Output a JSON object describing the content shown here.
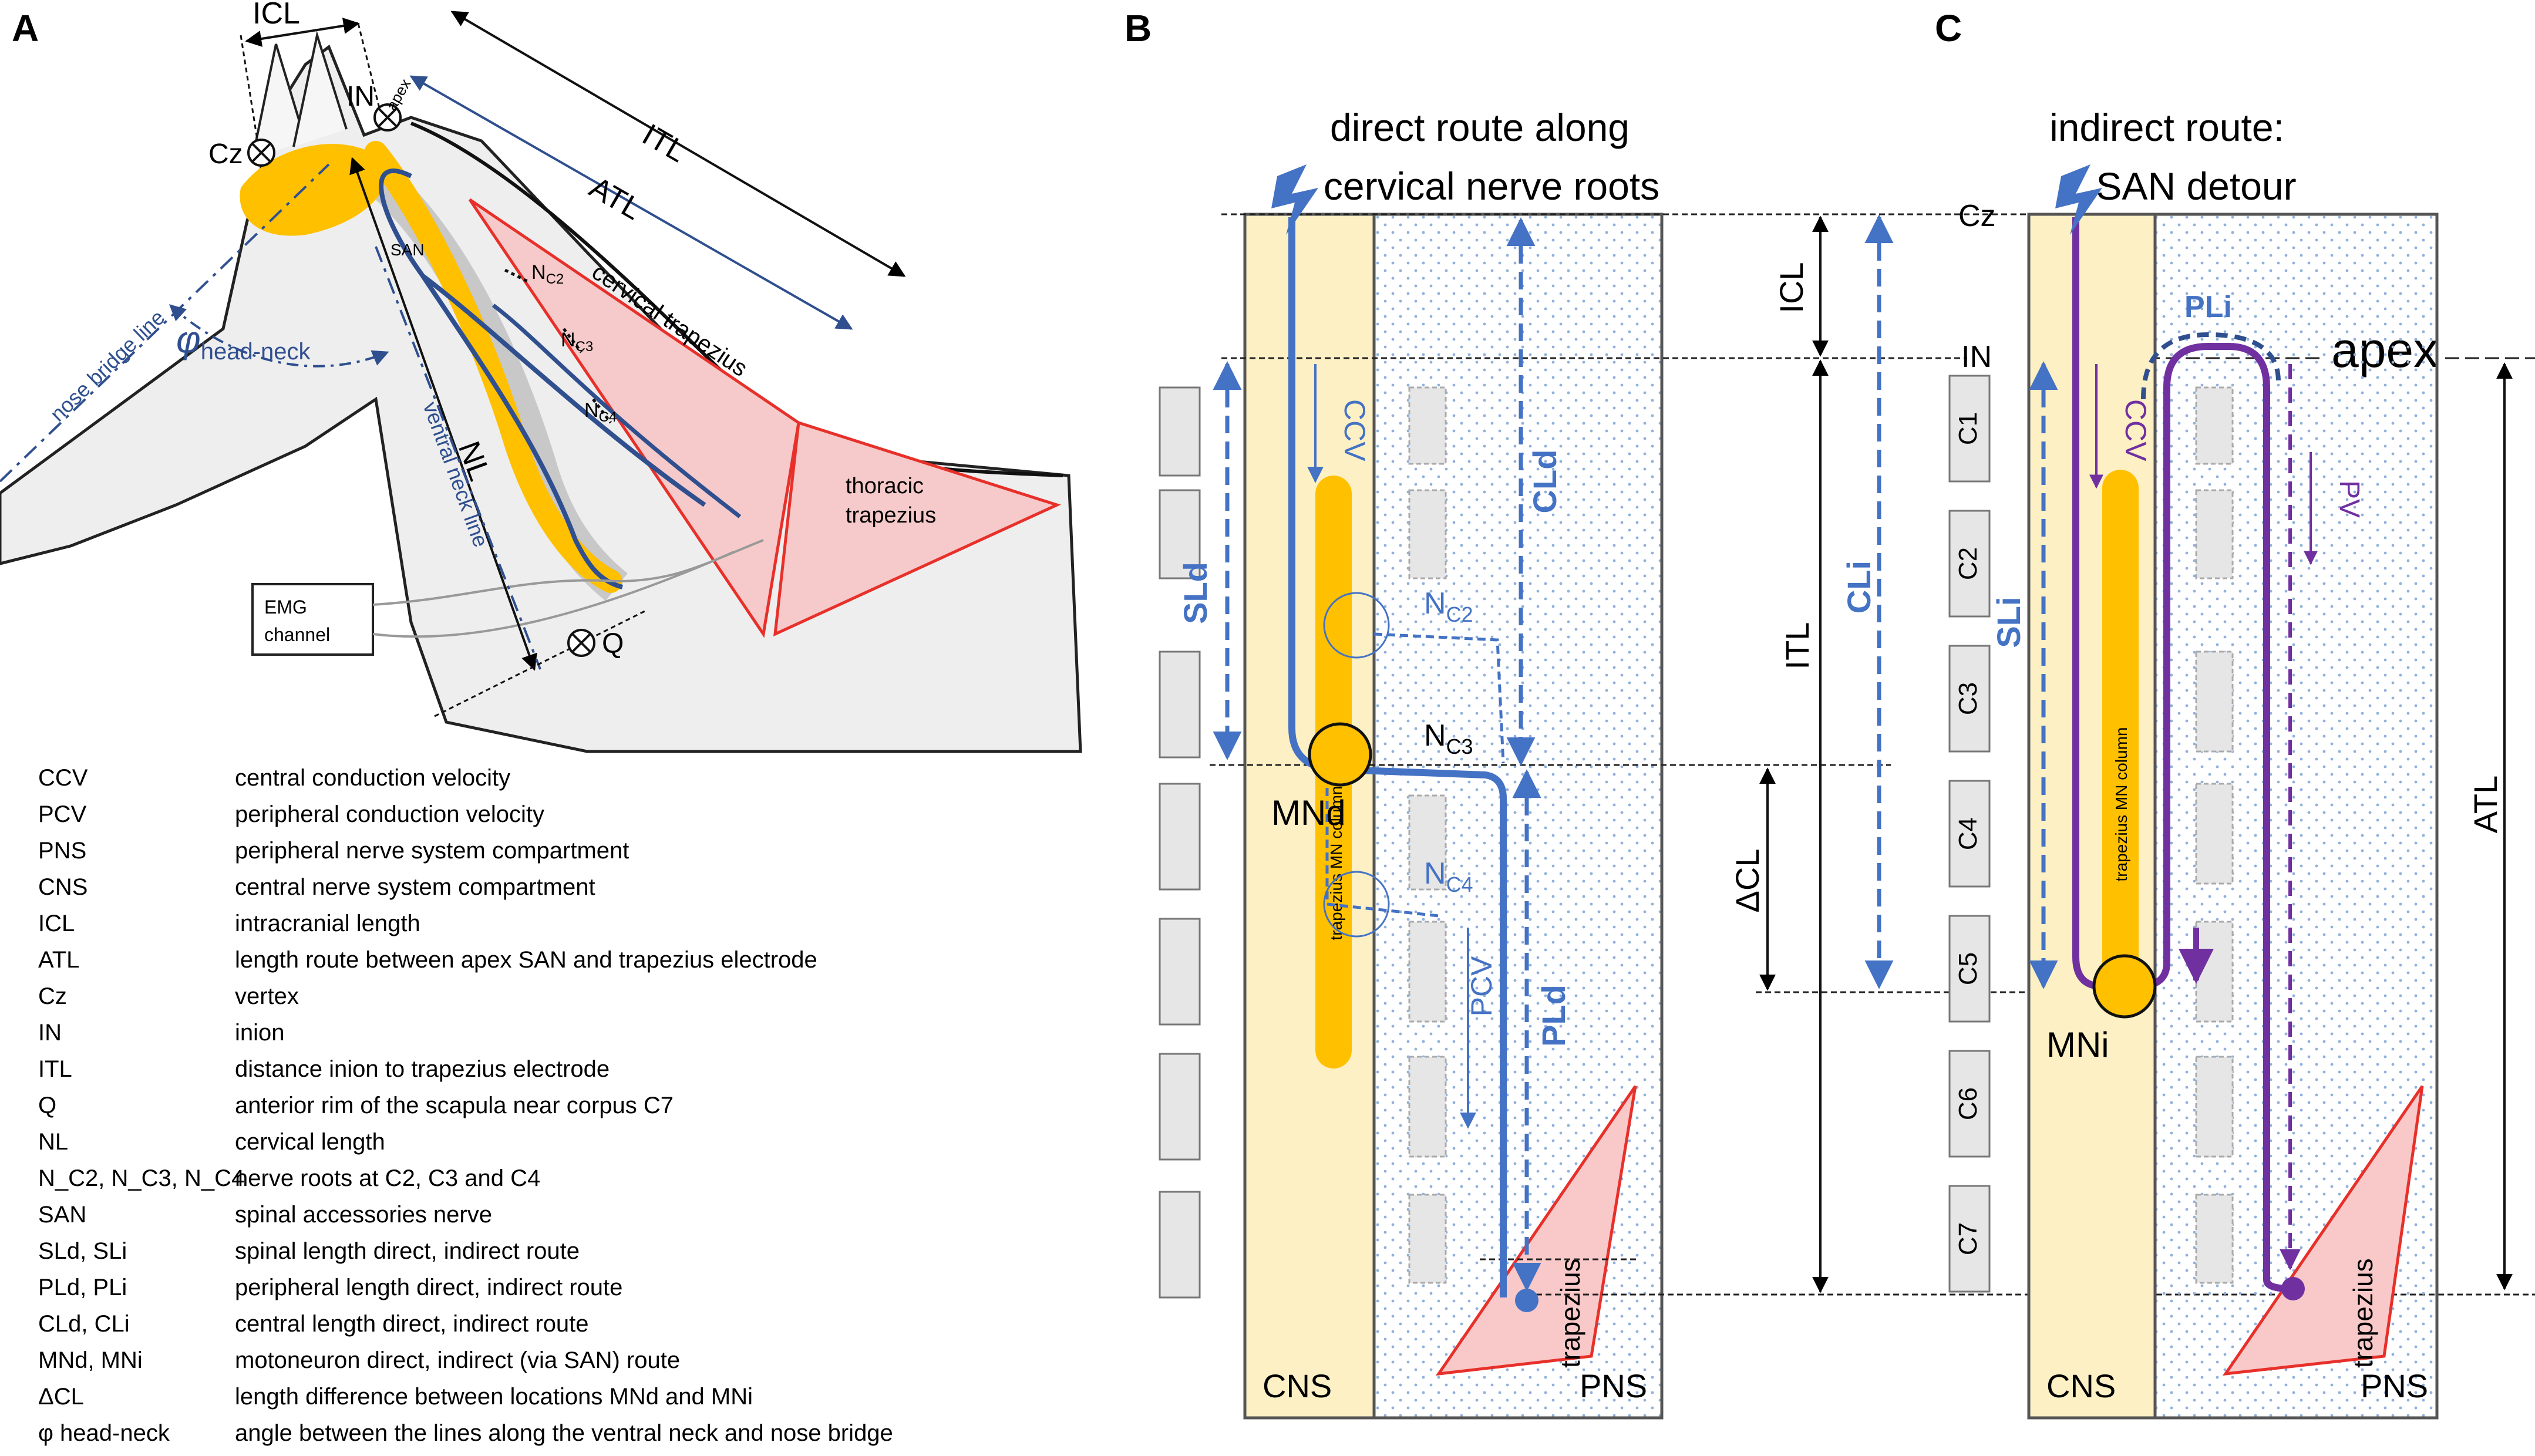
{
  "panels": {
    "a": "A",
    "b": "B",
    "c": "C"
  },
  "panel_a": {
    "labels": {
      "icl": "ICL",
      "in": "IN",
      "apex": "apex",
      "cz": "Cz",
      "itl": "ITL",
      "atl": "ATL",
      "san": "SAN",
      "nc2": "N",
      "nc2_sub": "C2",
      "nc3": "N",
      "nc3_sub": "C3",
      "nc4": "N",
      "nc4_sub": "C4",
      "cervical_trapezius": "cervical trapezius",
      "thoracic_trapezius_1": "thoracic",
      "thoracic_trapezius_2": "trapezius",
      "nose_bridge_line": "nose bridge line",
      "phi": "φ",
      "phi_sub": "head-neck",
      "nl": "NL",
      "ventral_neck_line": "ventral neck line",
      "emg_1": "EMG",
      "emg_2": "channel",
      "q": "Q"
    },
    "colors": {
      "dark_blue": "#2f4f8f",
      "orange": "#ffc000",
      "red": "#e8302a",
      "pink": "#f6caca"
    }
  },
  "legend": [
    {
      "abbr": "CCV",
      "def": "central conduction velocity"
    },
    {
      "abbr": "PCV",
      "def": "peripheral conduction velocity"
    },
    {
      "abbr": "PNS",
      "def": "peripheral nerve system compartment"
    },
    {
      "abbr": "CNS",
      "def": "central nerve system compartment"
    },
    {
      "abbr": "ICL",
      "def": "intracranial length"
    },
    {
      "abbr": "ATL",
      "def": "length route between apex SAN and trapezius electrode"
    },
    {
      "abbr": "Cz",
      "def": "vertex"
    },
    {
      "abbr": "IN",
      "def": "inion"
    },
    {
      "abbr": "ITL",
      "def": "distance inion to trapezius electrode"
    },
    {
      "abbr": "Q",
      "def": "anterior rim of the scapula near corpus C7"
    },
    {
      "abbr": "NL",
      "def": "cervical length"
    },
    {
      "abbr": "N_C2, N_C3, N_C4",
      "def": "nerve roots at C2, C3 and C4"
    },
    {
      "abbr": "SAN",
      "def": "spinal accessories nerve"
    },
    {
      "abbr": "SLd, SLi",
      "def": "spinal length direct, indirect route"
    },
    {
      "abbr": "PLd, PLi",
      "def": "peripheral length direct, indirect route"
    },
    {
      "abbr": "CLd, CLi",
      "def": "central length direct, indirect route"
    },
    {
      "abbr": "MNd, MNi",
      "def": "motoneuron direct, indirect (via SAN) route"
    },
    {
      "abbr": "ΔCL",
      "def": "length difference between locations MNd and MNi"
    },
    {
      "abbr": "φ head-neck",
      "def": "angle between the lines along the ventral neck and nose bridge"
    }
  ],
  "panel_b": {
    "title_1": "direct route along",
    "title_2": "cervical nerve roots",
    "ccv": "CCV",
    "sld": "SLd",
    "cld": "CLd",
    "pcv": "PCV",
    "pld": "PLd",
    "mnd": "MNd",
    "nc2": "N",
    "nc2_sub": "C2",
    "nc3": "N",
    "nc3_sub": "C3",
    "nc4": "N",
    "nc4_sub": "C4",
    "column": "trapezius MN column",
    "trapezius": "trapezius",
    "cns": "CNS",
    "pns": "PNS"
  },
  "panel_c": {
    "title_1": "indirect route:",
    "title_2": "SAN detour",
    "cz": "Cz",
    "in": "IN",
    "apex": "apex",
    "icl": "ICL",
    "itl": "ITL",
    "dcl": "ΔCL",
    "cli": "CLi",
    "sli": "SLi",
    "ccv": "CCV",
    "pli": "PLi",
    "pv": "PV",
    "atl": "ATL",
    "vertebrae": [
      "C1",
      "C2",
      "C3",
      "C4",
      "C5",
      "C6",
      "C7"
    ],
    "mni": "MNi",
    "column": "trapezius MN column",
    "trapezius": "trapezius",
    "cns": "CNS",
    "pns": "PNS"
  },
  "colors": {
    "blue": "#4472c4",
    "purple": "#7030a0",
    "cns_fill": "#fdf0c4",
    "column": "#ffc000",
    "trap_fill": "#f9c9c9",
    "trap_stroke": "#e8302a"
  }
}
